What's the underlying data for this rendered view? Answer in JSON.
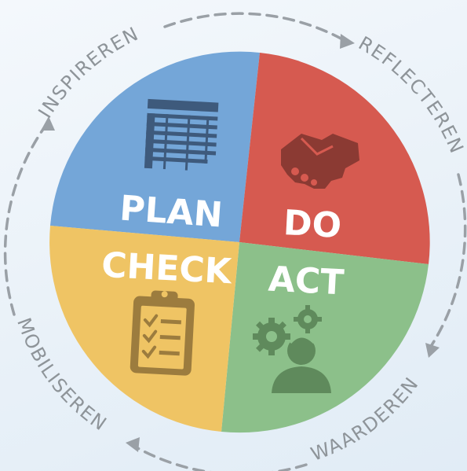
{
  "colors": {
    "plan": "#74a6d8",
    "do": "#d65a50",
    "check": "#efc464",
    "act": "#8cc08a",
    "ring": "#9aa0a6"
  },
  "quadrants": {
    "plan": {
      "label": "PLAN",
      "icon": "table-grid-icon"
    },
    "do": {
      "label": "DO",
      "icon": "handshake-icon"
    },
    "check": {
      "label": "CHECK",
      "icon": "clipboard-checklist-icon"
    },
    "act": {
      "label": "ACT",
      "icon": "person-gears-icon"
    }
  },
  "cycle": {
    "inspireren": "INSPIREREN",
    "reflecteren": "REFLECTEREN",
    "waarderen": "WAARDEREN",
    "mobiliseren": "MOBILISEREN"
  }
}
